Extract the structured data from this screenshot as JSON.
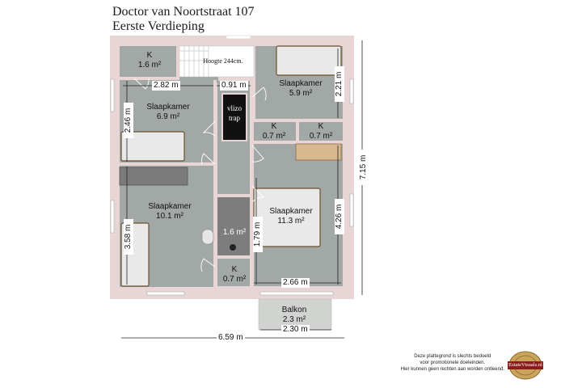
{
  "header": {
    "address": "Doctor van Noortstraat 107",
    "floor": "Eerste Verdieping"
  },
  "rooms": {
    "k_top": {
      "name": "K",
      "area": "1.6 m²"
    },
    "stairs_height": "Hoogte 244cm.",
    "slaapkamer_nw": {
      "name": "Slaapkamer",
      "area": "6.9 m²"
    },
    "slaapkamer_ne": {
      "name": "Slaapkamer",
      "area": "5.9 m²"
    },
    "vlizo": {
      "line1": "vlizo",
      "line2": "trap"
    },
    "k_small1": {
      "name": "K",
      "area": "0.7 m²"
    },
    "k_small2": {
      "name": "K",
      "area": "0.7 m²"
    },
    "slaapkamer_sw": {
      "name": "Slaapkamer",
      "area": "10.1 m²"
    },
    "slaapkamer_se": {
      "name": "Slaapkamer",
      "area": "11.3 m²"
    },
    "bath": {
      "area": "1.6 m²"
    },
    "k_bottom": {
      "name": "K",
      "area": "0.7 m²"
    },
    "balkon": {
      "name": "Balkon",
      "area": "2.3 m²"
    }
  },
  "dimensions": {
    "w_282": "2.82 m",
    "w_091": "0.91 m",
    "h_221": "2.21 m",
    "h_246": "2.46 m",
    "h_715": "7.15 m",
    "h_358": "3.58 m",
    "h_179": "1.79 m",
    "h_426": "4.26 m",
    "w_266": "2.66 m",
    "w_230": "2.30 m",
    "w_659": "6.59 m"
  },
  "disclaimer": {
    "line1": "Deze plattegrond is slechts bedoeld",
    "line2": "voor promotionele doeleinden.",
    "line3": "Hier kunnen geen rechten aan worden ontleend."
  },
  "logo": {
    "text": "EstateVisuals.nl"
  },
  "colors": {
    "floor": "#a2a8a5",
    "wall": "#e8d6d6",
    "bath": "#7d7d7d",
    "stairs": "#ffffff",
    "vlizo": "#111111"
  }
}
